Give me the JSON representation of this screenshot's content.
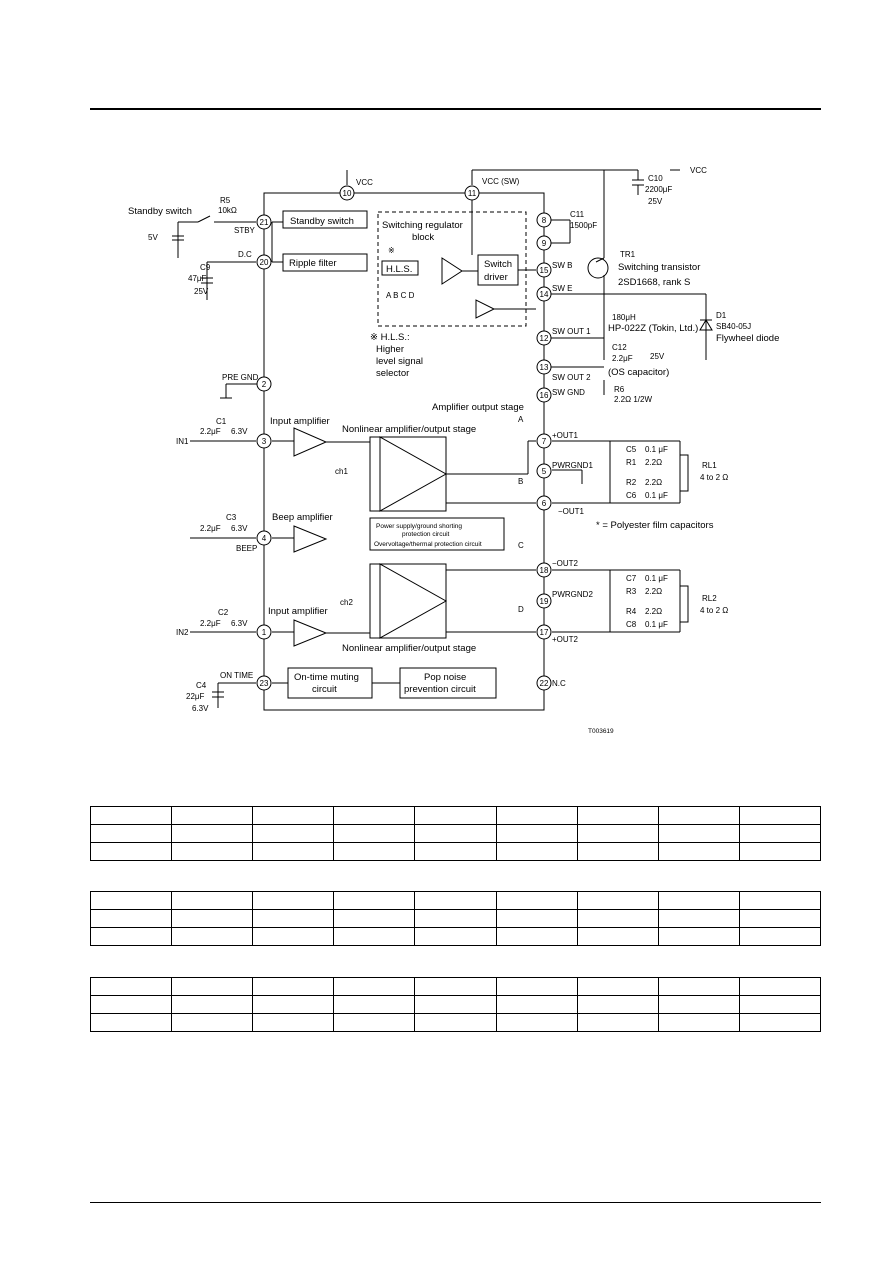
{
  "diagram": {
    "pins": {
      "p10": "10",
      "p11": "11",
      "p21": "21",
      "p20": "20",
      "p8": "8",
      "p9": "9",
      "p15": "15",
      "p14": "14",
      "p12": "12",
      "p2": "2",
      "p13": "13",
      "p16": "16",
      "p3": "3",
      "p7": "7",
      "p5": "5",
      "p6": "6",
      "p4": "4",
      "p18": "18",
      "p19": "19",
      "p1": "1",
      "p17": "17",
      "p23": "23",
      "p22": "22"
    },
    "labels": {
      "vcc_top": "VCC",
      "vcc_sw": "VCC (SW)",
      "vcc_right": "VCC",
      "standby_switch_ext": "Standby switch",
      "r5": "R5",
      "r5_val": "10kΩ",
      "v5": "5V",
      "stby": "STBY",
      "standby_switch_block": "Standby switch",
      "ripple_filter": "Ripple filter",
      "dc": "D.C",
      "c9": "C9",
      "c9_val": "47μF",
      "c9_v": "25V",
      "swreg_1": "Switching regulator",
      "swreg_2": "block",
      "hls_box": "H.L.S.",
      "abcd": "A B C D",
      "switch_driver_1": "Switch",
      "switch_driver_2": "driver",
      "hls_note_1": "※ H.L.S.:",
      "hls_note_2": "Higher",
      "hls_note_3": "level  signal",
      "hls_note_4": "selector",
      "asterisk_mark": "※",
      "c11": "C11",
      "c11_val": "1500pF",
      "c10": "C10",
      "c10_val": "2200μF",
      "c10_v": "25V",
      "tr1": "TR1",
      "tr1_desc": "Switching transistor",
      "tr1_part": "2SD1668, rank S",
      "swb": "SW B",
      "swe": "SW E",
      "l_val": "180μH",
      "l_part": "HP-022Z (Tokin, Ltd.)",
      "d1": "D1",
      "d1_part": "SB40-05J",
      "d1_desc": "Flywheel diode",
      "sw_out1": "SW OUT 1",
      "c12": "C12",
      "c12_val": "2.2μF",
      "c12_v": "25V",
      "os_cap": "(OS capacitor)",
      "sw_out2": "SW OUT 2",
      "sw_gnd": "SW GND",
      "r6": "R6",
      "r6_val": "2.2Ω 1/2W",
      "pre_gnd": "PRE GND",
      "amp_out_stage": "Amplifier output stage",
      "input_amp1": "Input amplifier",
      "nonlin_1": "Nonlinear amplifier/output stage",
      "c1": "C1",
      "c1_val": "2.2μF",
      "c1_v": "6.3V",
      "in1": "IN1",
      "ch1": "ch1",
      "out1_plus": "+OUT1",
      "pwrgnd1": "PWRGND1",
      "out1_minus": "−OUT1",
      "c5": "C5",
      "c5_val": "0.1 μF",
      "r1": "R1",
      "r1_val": "2.2Ω",
      "r2": "R2",
      "r2_val": "2.2Ω",
      "c6": "C6",
      "c6_val": "0.1 μF",
      "rl1": "RL1",
      "rl1_val": "4 to 2 Ω",
      "polyester_note": "* = Polyester film capacitors",
      "beep_amp": "Beep amplifier",
      "c3": "C3",
      "c3_val": "2.2μF",
      "c3_v": "6.3V",
      "beep": "BEEP",
      "prot_1": "Power supply/ground shorting",
      "prot_2": "protection circuit",
      "prot_3": "Overvoltage/thermal protection circuit",
      "out2_minus": "−OUT2",
      "pwrgnd2": "PWRGND2",
      "out2_plus": "+OUT2",
      "c7": "C7",
      "c7_val": "0.1 μF",
      "r3": "R3",
      "r3_val": "2.2Ω",
      "r4": "R4",
      "r4_val": "2.2Ω",
      "c8": "C8",
      "c8_val": "0.1 μF",
      "rl2": "RL2",
      "rl2_val": "4 to 2 Ω",
      "input_amp2": "Input amplifier",
      "ch2": "ch2",
      "c2": "C2",
      "c2_val": "2.2μF",
      "c2_v": "6.3V",
      "in2": "IN2",
      "nonlin_2": "Nonlinear amplifier/output stage",
      "on_time": "ON TIME",
      "c4": "C4",
      "c4_val": "22μF",
      "c4_v": "6.3V",
      "on_mute_1": "On-time muting",
      "on_mute_2": "circuit",
      "pop_1": "Pop noise",
      "pop_2": "prevention circuit",
      "nc": "N.C",
      "node_a": "A",
      "node_b": "B",
      "node_c": "C",
      "node_d": "D",
      "fig_code": "T003619"
    }
  },
  "tables": [
    {
      "rows": [
        [
          "",
          "",
          "",
          "",
          "",
          "",
          "",
          "",
          ""
        ],
        [
          "",
          "",
          "",
          "",
          "",
          "",
          "",
          "",
          ""
        ],
        [
          "",
          "",
          "",
          "",
          "",
          "",
          "",
          "",
          ""
        ]
      ]
    },
    {
      "rows": [
        [
          "",
          "",
          "",
          "",
          "",
          "",
          "",
          "",
          ""
        ],
        [
          "",
          "",
          "",
          "",
          "",
          "",
          "",
          "",
          ""
        ],
        [
          "",
          "",
          "",
          "",
          "",
          "",
          "",
          "",
          ""
        ]
      ]
    },
    {
      "rows": [
        [
          "",
          "",
          "",
          "",
          "",
          "",
          "",
          "",
          ""
        ],
        [
          "",
          "",
          "",
          "",
          "",
          "",
          "",
          "",
          ""
        ],
        [
          "",
          "",
          "",
          "",
          "",
          "",
          "",
          "",
          ""
        ]
      ]
    }
  ]
}
